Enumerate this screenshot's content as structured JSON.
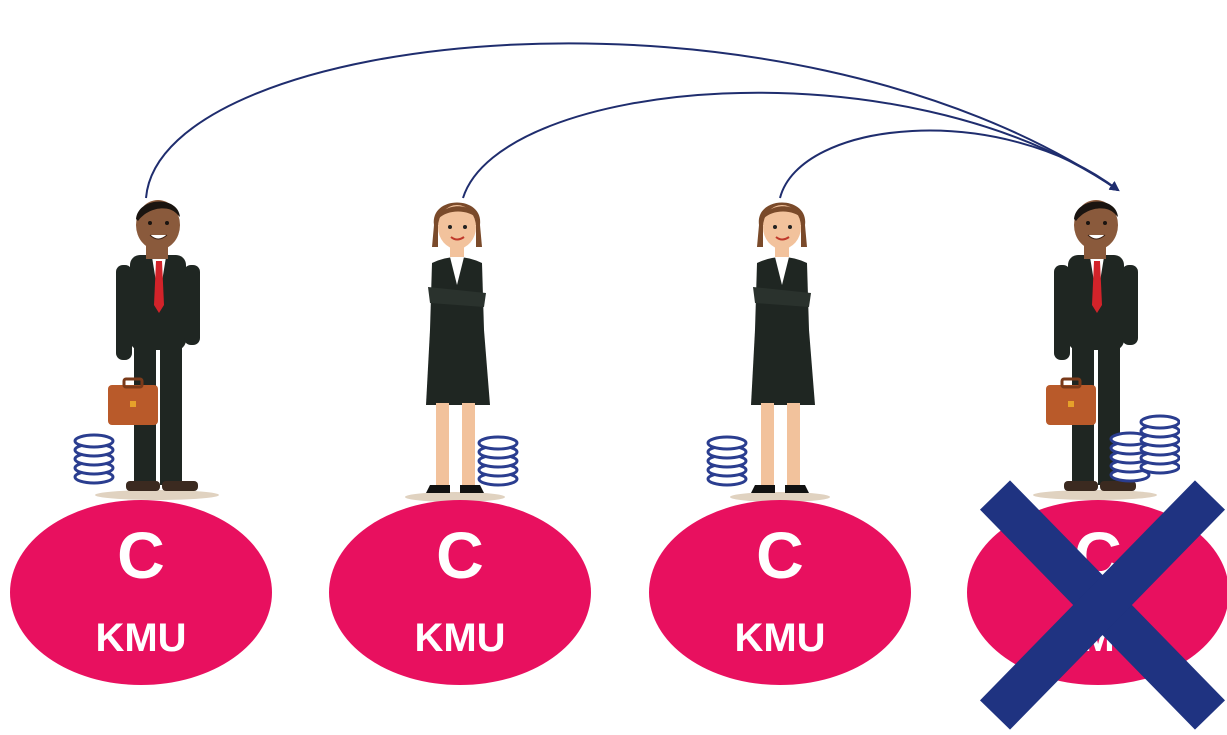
{
  "colors": {
    "company_fill": "#e8105f",
    "arrow": "#1f2d6e",
    "cross": "#1f3381",
    "coin": "#2a3d8f",
    "suit": "#1f2622",
    "skin_man": "#8a5a3c",
    "skin_woman": "#f2c29c",
    "hair_woman": "#7a4a2a",
    "tie": "#d2232a",
    "briefcase": "#b95a2a",
    "ground_shadow": "#e0d2c0"
  },
  "companies": [
    {
      "letter": "C",
      "label": "KMU",
      "person": "man",
      "coins": "left",
      "eliminated": false
    },
    {
      "letter": "C",
      "label": "KMU",
      "person": "woman",
      "coins": "right",
      "eliminated": false
    },
    {
      "letter": "C",
      "label": "KMU",
      "person": "woman",
      "coins": "left",
      "eliminated": false
    },
    {
      "letter": "C",
      "label": "KMU",
      "person": "man",
      "coins": "right-double",
      "eliminated": true
    }
  ],
  "flows": [
    {
      "from": 0,
      "to": 3
    },
    {
      "from": 1,
      "to": 3
    },
    {
      "from": 2,
      "to": 3
    }
  ]
}
